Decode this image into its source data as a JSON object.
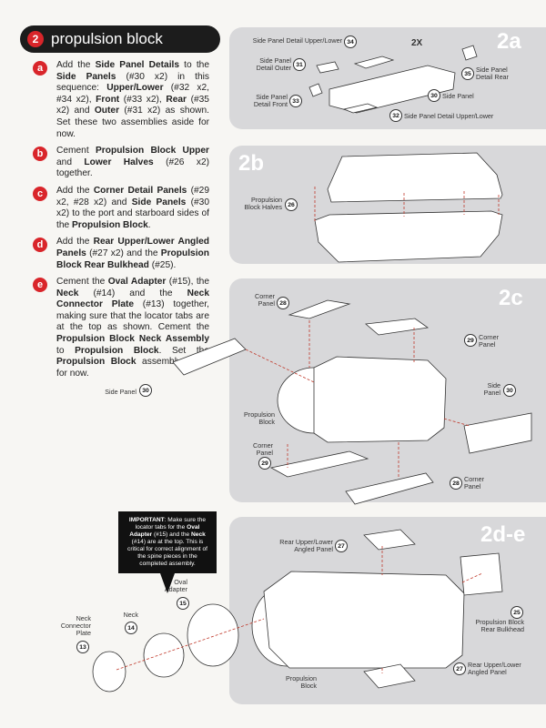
{
  "header": {
    "step_number": "2",
    "title": "propulsion block"
  },
  "steps": [
    {
      "letter": "a",
      "segments": [
        {
          "t": "Add the "
        },
        {
          "t": "Side Panel Details",
          "b": true
        },
        {
          "t": " to the "
        },
        {
          "t": "Side Panels",
          "b": true
        },
        {
          "t": " (#30 x2) in this sequence: "
        },
        {
          "t": "Upper/Lower",
          "b": true
        },
        {
          "t": " (#32 x2, #34 x2), "
        },
        {
          "t": "Front",
          "b": true
        },
        {
          "t": " (#33 x2), "
        },
        {
          "t": "Rear",
          "b": true
        },
        {
          "t": " (#35 x2) and "
        },
        {
          "t": "Outer",
          "b": true
        },
        {
          "t": " (#31 x2) as shown. Set these two assemblies aside for now."
        }
      ]
    },
    {
      "letter": "b",
      "segments": [
        {
          "t": "Cement "
        },
        {
          "t": "Propulsion Block Upper",
          "b": true
        },
        {
          "t": " and "
        },
        {
          "t": "Lower Halves",
          "b": true
        },
        {
          "t": " (#26 x2) together."
        }
      ]
    },
    {
      "letter": "c",
      "segments": [
        {
          "t": "Add the "
        },
        {
          "t": "Corner Detail Panels",
          "b": true
        },
        {
          "t": " (#29 x2, #28 x2) and "
        },
        {
          "t": "Side Panels",
          "b": true
        },
        {
          "t": " (#30 x2) to the port and starboard sides of the "
        },
        {
          "t": "Propulsion Block",
          "b": true
        },
        {
          "t": "."
        }
      ]
    },
    {
      "letter": "d",
      "segments": [
        {
          "t": "Add the "
        },
        {
          "t": "Rear Upper/Lower Angled Panels",
          "b": true
        },
        {
          "t": " (#27 x2) and the "
        },
        {
          "t": "Propulsion Block Rear Bulkhead",
          "b": true
        },
        {
          "t": " (#25)."
        }
      ]
    },
    {
      "letter": "e",
      "segments": [
        {
          "t": "Cement the "
        },
        {
          "t": "Oval Adapter",
          "b": true
        },
        {
          "t": " (#15), the "
        },
        {
          "t": "Neck",
          "b": true
        },
        {
          "t": " (#14) and the "
        },
        {
          "t": "Neck Connector Plate",
          "b": true
        },
        {
          "t": " (#13) together, making sure that the locator tabs are at the top as shown. Cement the "
        },
        {
          "t": "Propulsion Block Neck Assembly",
          "b": true
        },
        {
          "t": " to "
        },
        {
          "t": "Propulsion Block",
          "b": true
        },
        {
          "t": ". Set the "
        },
        {
          "t": "Propulsion Block",
          "b": true
        },
        {
          "t": " assembly aside for now."
        }
      ]
    }
  ],
  "panels": {
    "p2a": {
      "label": "2a",
      "multiplier": "2X",
      "callouts": {
        "c34": {
          "text": "Side Panel Detail Upper/Lower",
          "num": "34"
        },
        "c31": {
          "text": "Side Panel\nDetail Outer",
          "num": "31"
        },
        "c35": {
          "text": "Side Panel\nDetail Rear",
          "num": "35"
        },
        "c33": {
          "text": "Side Panel\nDetail Front",
          "num": "33"
        },
        "c30": {
          "text": "Side Panel",
          "num": "30"
        },
        "c32": {
          "text": "Side Panel Detail Upper/Lower",
          "num": "32"
        }
      }
    },
    "p2b": {
      "label": "2b",
      "callouts": {
        "c26": {
          "text": "Propulsion\nBlock Halves",
          "num": "26"
        }
      }
    },
    "p2c": {
      "label": "2c",
      "callouts": {
        "c28a": {
          "text": "Corner\nPanel",
          "num": "28"
        },
        "c29a": {
          "text": "Corner\nPanel",
          "num": "29"
        },
        "c30a": {
          "text": "Side Panel",
          "num": "30"
        },
        "c30b": {
          "text": "Side\nPanel",
          "num": "30"
        },
        "cpb": {
          "text": "Propulsion\nBlock"
        },
        "c29b": {
          "text": "Corner\nPanel",
          "num": "29"
        },
        "c28b": {
          "text": "Corner\nPanel",
          "num": "28"
        }
      }
    },
    "p2de": {
      "label": "2d-e",
      "callouts": {
        "c27a": {
          "text": "Rear Upper/Lower\nAngled Panel",
          "num": "27"
        },
        "c25": {
          "text": "Propulsion Block\nRear Bulkhead",
          "num": "25"
        },
        "c27b": {
          "text": "Rear Upper/Lower\nAngled Panel",
          "num": "27"
        },
        "cpb2": {
          "text": "Propulsion\nBlock"
        },
        "c15": {
          "text": "Oval\nAdapter",
          "num": "15"
        },
        "c14": {
          "text": "Neck",
          "num": "14"
        },
        "c13": {
          "text": "Neck\nConnector\nPlate",
          "num": "13"
        }
      }
    }
  },
  "important": {
    "segments": [
      {
        "t": "IMPORTANT",
        "b": true
      },
      {
        "t": ": Make sure the locator tabs for the "
      },
      {
        "t": "Oval Adapter",
        "b": true
      },
      {
        "t": " (#15) and the "
      },
      {
        "t": "Neck",
        "b": true
      },
      {
        "t": " (#14) are at the top. This is critical for correct alignment of the spine pieces in the completed assembly."
      }
    ]
  },
  "colors": {
    "accent": "#d9252a",
    "panel_bg": "#d8d8da",
    "header_bg": "#1c1c1c"
  }
}
